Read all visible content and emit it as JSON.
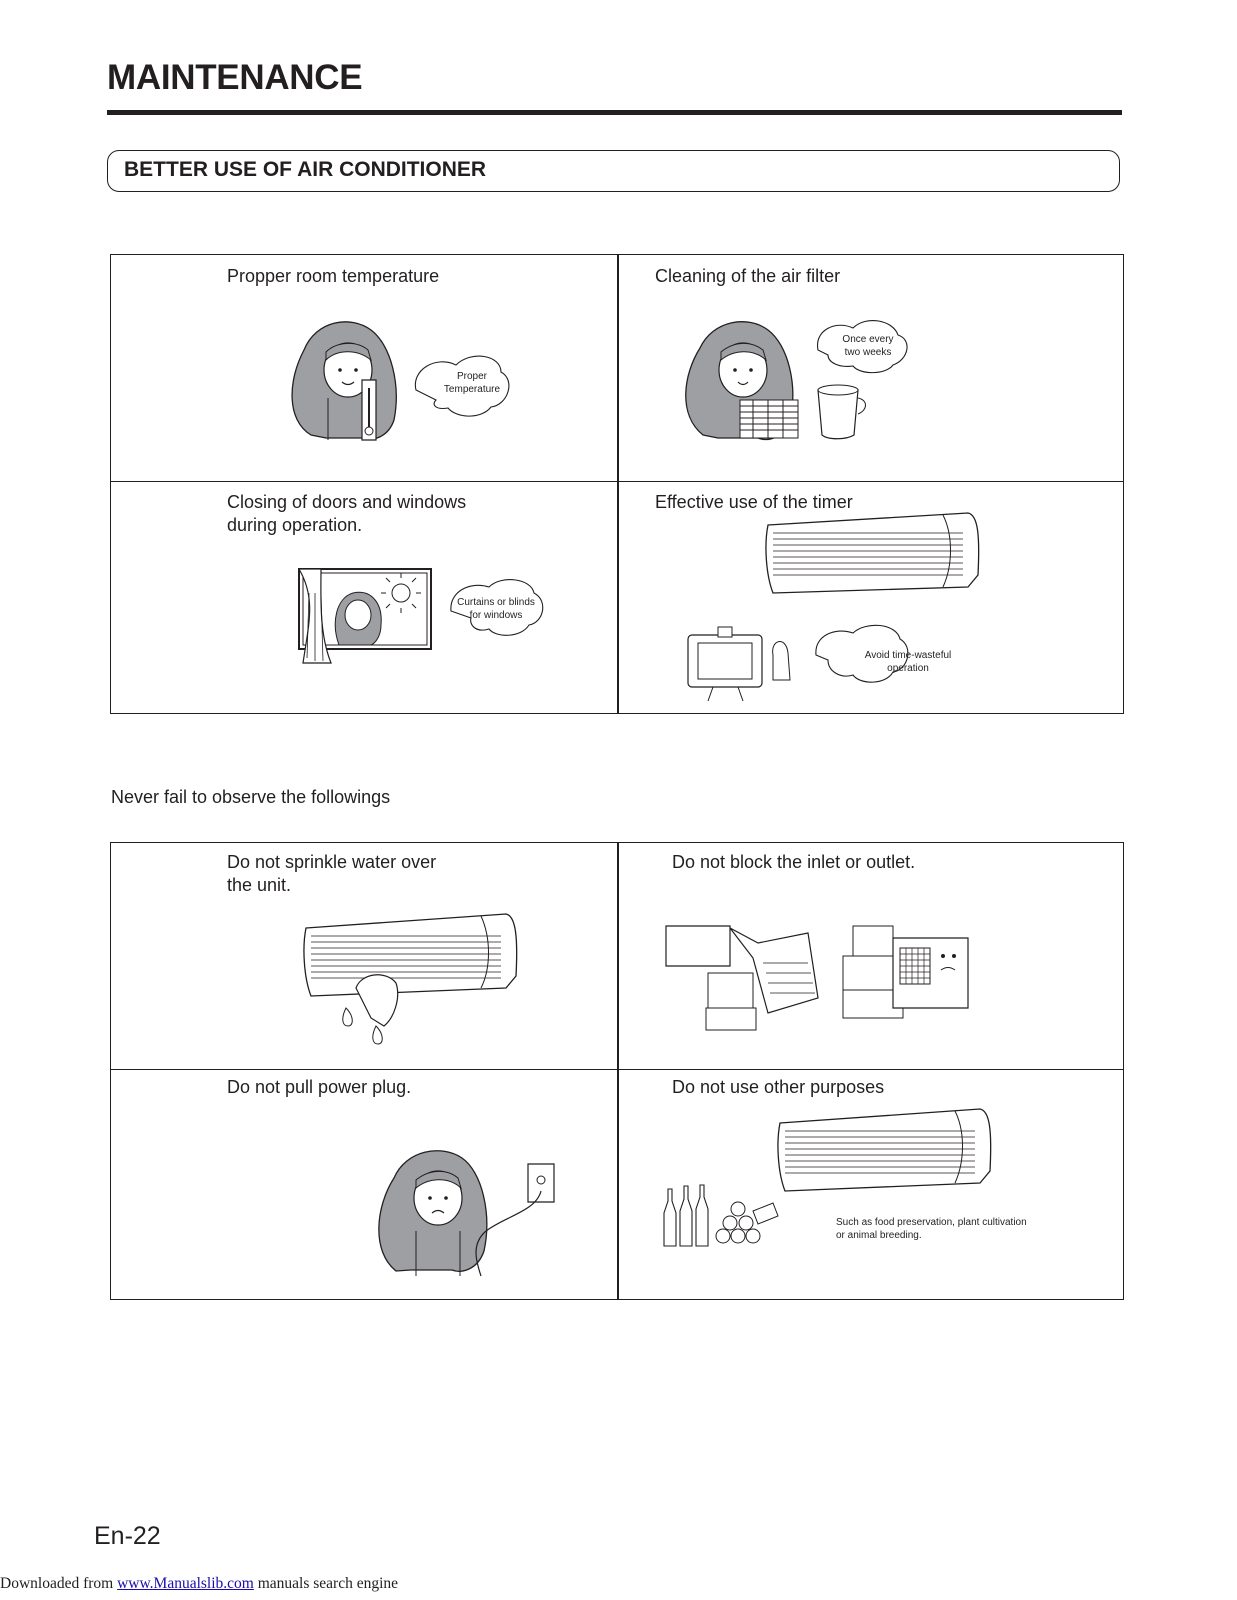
{
  "header": {
    "title": "MAINTENANCE"
  },
  "section": {
    "title": "BETTER USE OF AIR CONDITIONER"
  },
  "better_use": {
    "cells": [
      {
        "label": "Propper room temperature",
        "bubble": [
          "Proper",
          "Temperature"
        ]
      },
      {
        "label": "Cleaning of the air filter",
        "bubble": [
          "Once every",
          "two weeks"
        ]
      },
      {
        "label": "Closing of doors and windows\nduring operation.",
        "bubble": [
          "Curtains or blinds",
          "for windows"
        ]
      },
      {
        "label": "Effective use of the timer",
        "bubble": [
          "Avoid time-wasteful",
          "operation"
        ]
      }
    ]
  },
  "observe": {
    "intro": "Never fail to observe the followings",
    "cells": [
      {
        "label": "Do not sprinkle water over\nthe unit."
      },
      {
        "label": "Do not block the inlet or outlet."
      },
      {
        "label": "Do not pull power plug."
      },
      {
        "label": "Do not use other purposes",
        "note": [
          "Such as food preservation, plant cultivation",
          "or animal breeding."
        ]
      }
    ]
  },
  "footer": {
    "page_number": "En-22",
    "prefix": "Downloaded from ",
    "link_text": "www.Manualslib.com",
    "suffix": "  manuals search engine"
  },
  "colors": {
    "ink": "#231f20",
    "hair_fill": "#9d9fa2",
    "link": "#1a0dab"
  }
}
